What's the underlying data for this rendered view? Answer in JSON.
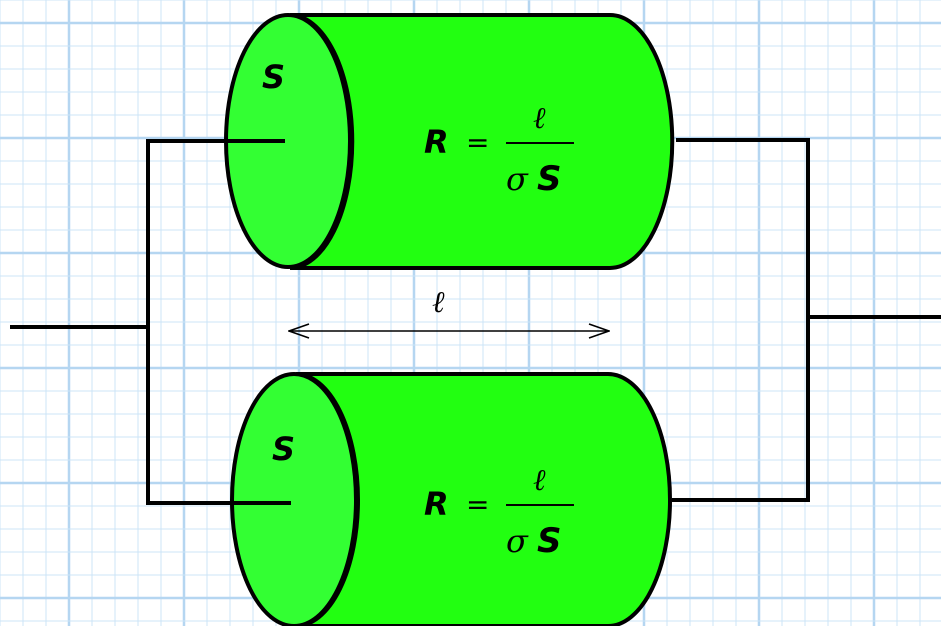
{
  "diagram": {
    "resistors": [
      {
        "area_label": "S",
        "formula": {
          "lhs": "R",
          "eq": "=",
          "numerator": "ℓ",
          "denominator_sigma": "σ",
          "denominator_s": "S"
        }
      },
      {
        "area_label": "S",
        "formula": {
          "lhs": "R",
          "eq": "=",
          "numerator": "ℓ",
          "denominator_sigma": "σ",
          "denominator_s": "S"
        }
      }
    ],
    "length_label": "ℓ",
    "colors": {
      "cylinder_body": "#22ff11",
      "cylinder_face": "#33ff33",
      "grid_line": "#cce4f7",
      "grid_major": "#b5d6f1",
      "wire": "#000000"
    }
  }
}
